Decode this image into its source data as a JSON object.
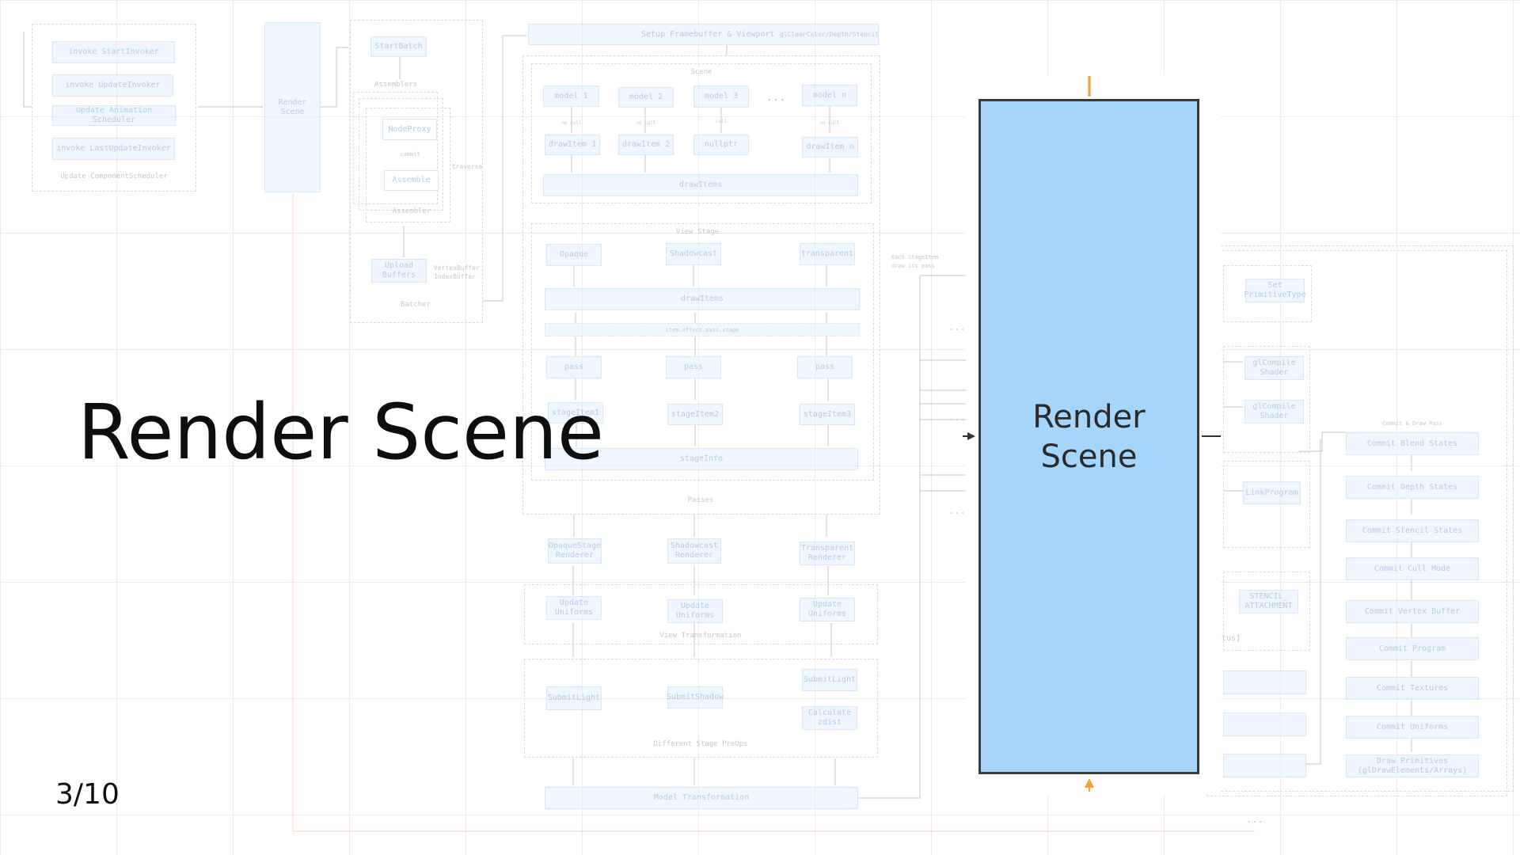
{
  "slide": {
    "title": "Render Scene",
    "page_number": "3/10",
    "focus_label": "Render\nScene"
  },
  "diagram": {
    "update_boxes": [
      "invoke StartInvoker",
      "invoke UpdateInvoker",
      "Update Animation Scheduler",
      "invoke LastUpdateInvoker"
    ],
    "update_group_label": "Update ComponentScheduler",
    "render_scene_small": "Render\nScene",
    "batcher": {
      "start_batch": "StartBatch",
      "assemblers": "Assemblers",
      "node_proxy": "NodeProxy",
      "commit": "commit",
      "assemble": "Assemble",
      "traverse": "traverse",
      "assembler": "Assembler",
      "upload_buffers": "Upload\nBuffers",
      "buffers_note": "VertexBuffer\nIndexBuffer",
      "batcher_label": "Batcher"
    },
    "setup_framebuffer": "Setup Framebuffer & Viewport",
    "setup_note": "glClearColor/Depth/Stencil",
    "scene_label": "Scene",
    "models": [
      "model 1",
      "model 2",
      "model 3",
      "model n"
    ],
    "ellipsis": "...",
    "cull_notes": [
      "no cull",
      "no cull",
      "cull",
      "no cull"
    ],
    "draw_items": [
      "drawItem 1",
      "drawItem 2",
      "nullptr",
      "drawItem n"
    ],
    "draw_items_bar": "drawItems",
    "view_stage_label": "View Stage",
    "stages": [
      "Opaque",
      "Shadowcast",
      "transparent"
    ],
    "draw_items_bar2": "drawItems",
    "item_effect": "item.effect.pass.stage",
    "passes": [
      "pass",
      "pass",
      "pass"
    ],
    "stage_items": [
      "stageItem1",
      "stageItem2",
      "stageItem3"
    ],
    "stage_info": "stageInfo",
    "passes_label": "Passes",
    "renderers": [
      "OpaqueStage\nRenderer",
      "Shadowcast\nRenderer",
      "Transparent\nRenderer"
    ],
    "update_uniforms": "Update\nUniforms",
    "view_transformation": "View Transformation",
    "submit_light": "SubmitLight",
    "submit_shadow": "SubmitShadow",
    "calculate_zdist": "Calculate\nzdist",
    "different_stage": "Different Stage PreOps",
    "model_transformation": "Model Transformation",
    "each_stage_item": "Each StageItem\ndraw its pass",
    "dots": "...",
    "right": {
      "set_primitive": "Set\nPrimitiveType",
      "gl_compile_1": "glCompile\nShader",
      "gl_compile_2": "glCompile\nShader",
      "link_program": "LinkProgram",
      "stencil": "STENCIL_\nATTACHMENT",
      "tus": "tus]",
      "commit_draw_label": "Commit & Draw Pass",
      "commits": [
        "Commit Blend States",
        "Commit Depth States",
        "Commit Stencil States",
        "Commit Cull Mode",
        "Commit Vertex Buffer",
        "Commit Program",
        "Commit Textures",
        "Commit Uniforms",
        "Draw Primitives\n(glDrawElements/Arrays)"
      ]
    }
  },
  "colors": {
    "focus_fill": "#a6d5fb",
    "focus_border": "#3a3a3a",
    "accent_arrow": "#f0a030",
    "box_fill": "#e3f0fc"
  }
}
